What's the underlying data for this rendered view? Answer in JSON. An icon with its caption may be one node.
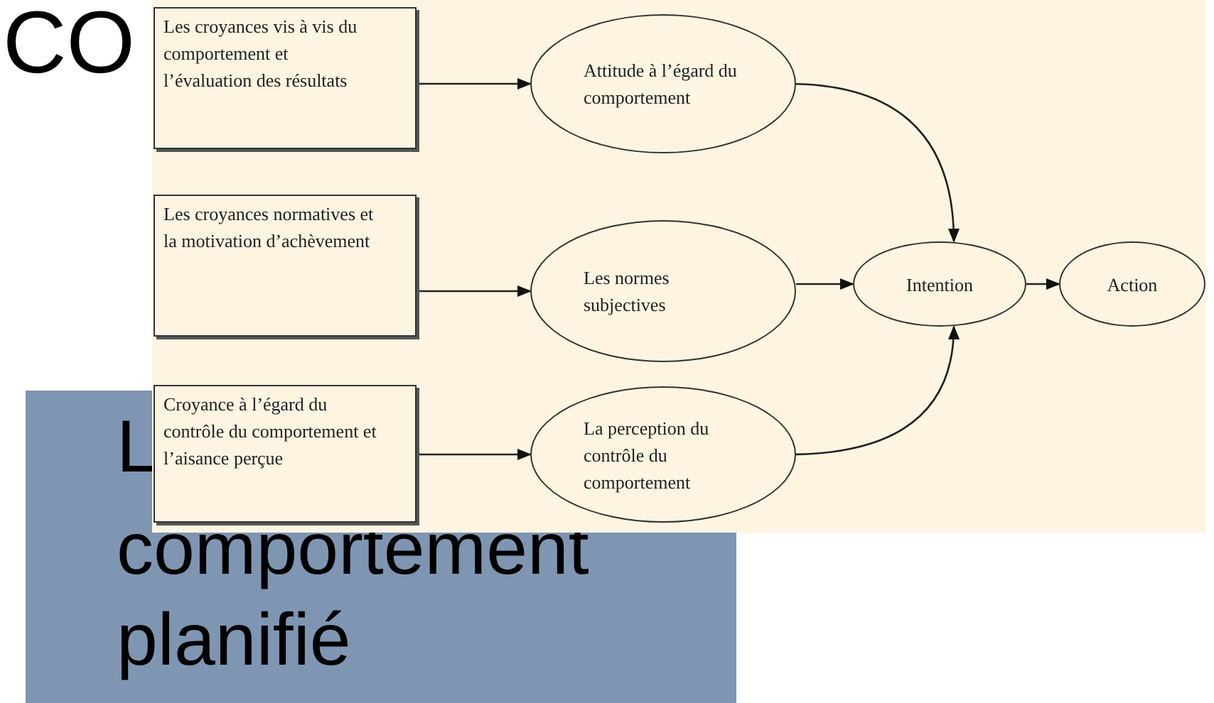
{
  "diagram": {
    "title": "CO",
    "nodes": [
      {
        "text": [
          "Les croyances vis à vis du comportement et l’évaluation des résultats"
        ]
      },
      {
        "text": [
          "Les croyances normatives et la motivation d’achèvement"
        ]
      },
      {
        "text": [
          "Croyance à l’égard du contrôle du comportement et l’aisance perçue"
        ]
      },
      {
        "text": [
          "Attitude à l’égard du comportement"
        ]
      },
      {
        "text": [
          "Les normes subjectives"
        ]
      },
      {
        "text": [
          "La perception du contrôle du comportement"
        ]
      },
      {
        "text": [
          "Intention"
        ]
      },
      {
        "text": [
          "Action"
        ]
      },
      {
        "text": [
          "comportement planifié"
        ]
      }
    ],
    "labels": [
      "L"
    ],
    "edges": [
      {
        "from": 0,
        "to": 3,
        "arrow": "to"
      },
      {
        "from": 1,
        "to": 4,
        "arrow": "to"
      },
      {
        "from": 2,
        "to": 5,
        "arrow": "to"
      },
      {
        "from": 3,
        "to": 6,
        "arrow": "to"
      },
      {
        "from": 4,
        "to": 6,
        "arrow": "to"
      },
      {
        "from": 5,
        "to": 6,
        "arrow": "to"
      },
      {
        "from": 6,
        "to": 7,
        "arrow": "to"
      }
    ]
  }
}
